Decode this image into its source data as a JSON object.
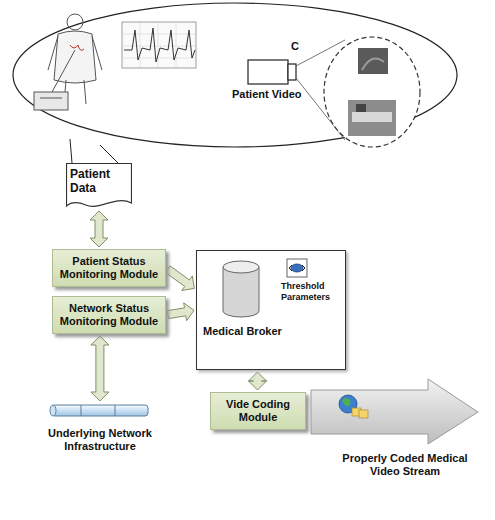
{
  "diagram": {
    "nodes": [
      {
        "text": [
          "Patient Data"
        ]
      },
      {
        "text": [
          "Patient Status Monitoring Module"
        ]
      },
      {
        "text": [
          "Network Status Monitoring Module"
        ]
      },
      {
        "text": [
          "Medical Broker",
          "Threshold Parameters"
        ]
      },
      {
        "text": [
          "Vide Coding Module"
        ]
      },
      {
        "text": [
          "Underlying Network Infrastructure"
        ]
      },
      {
        "text": [
          "Properly Coded Medical Video Stream"
        ]
      }
    ],
    "edges": [
      {
        "from": 0,
        "to": 1,
        "arrow": "both"
      },
      {
        "from": 1,
        "to": 3,
        "arrow": "to"
      },
      {
        "from": 2,
        "to": 3,
        "arrow": "to"
      },
      {
        "from": 2,
        "to": 5,
        "arrow": "both"
      },
      {
        "from": 3,
        "to": 4,
        "arrow": "both"
      }
    ],
    "labels": [
      "C",
      "Patient Video"
    ]
  }
}
